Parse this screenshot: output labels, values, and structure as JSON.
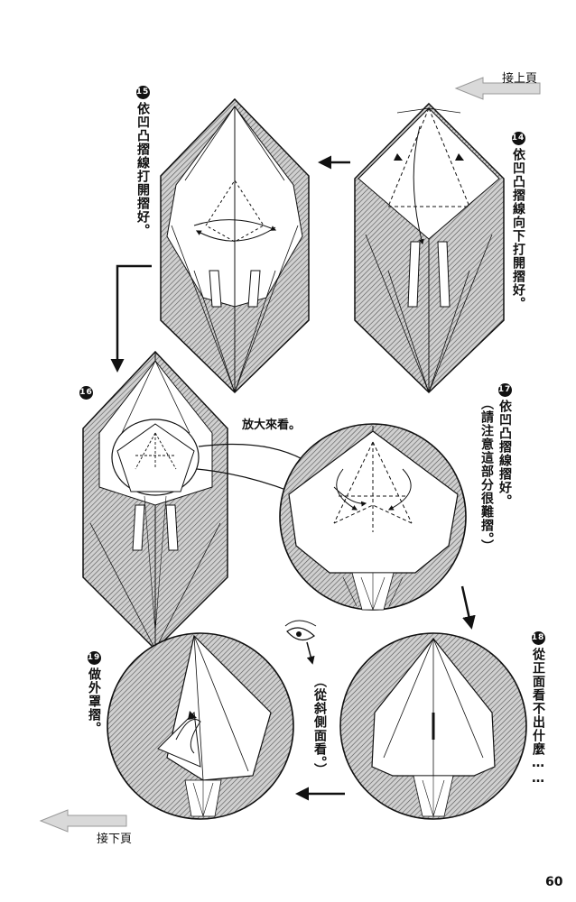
{
  "nav": {
    "prev_label": "接上頁",
    "next_label": "接下頁"
  },
  "page_number": "60",
  "steps": [
    {
      "num": "14",
      "text": "依凹凸摺線向下打開摺好。"
    },
    {
      "num": "15",
      "text": "依凹凸摺線打開摺好。"
    },
    {
      "num": "16",
      "text": ""
    },
    {
      "num": "17",
      "text": "依凹凸摺線摺好。",
      "note": "（請注意這部分很難摺。）"
    },
    {
      "num": "18",
      "text": "從正面看不出什麼……"
    },
    {
      "num": "19",
      "text": "做外罩摺。"
    }
  ],
  "zoom_label": "放大來看。",
  "side_note": "（從斜側面看。）",
  "colors": {
    "ink": "#111111",
    "hatch": "#bdbdbd",
    "nav_arrow": "#d9d9d9"
  }
}
